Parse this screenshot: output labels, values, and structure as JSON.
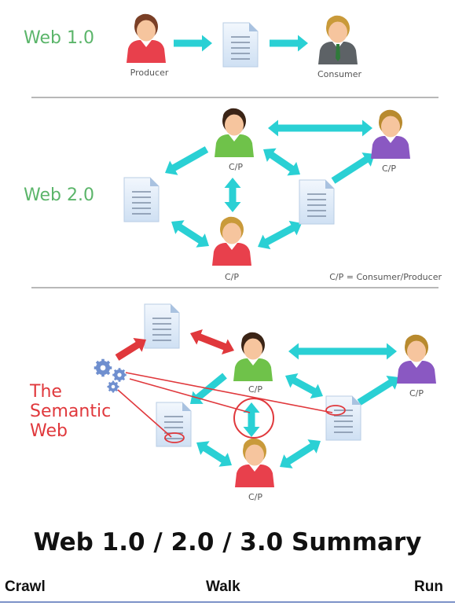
{
  "sections": {
    "web1": {
      "label": "Web 1.0",
      "producer_label": "Producer",
      "consumer_label": "Consumer"
    },
    "web2": {
      "label": "Web 2.0",
      "cp_label": "C/P",
      "legend": "C/P = Consumer/Producer"
    },
    "web3": {
      "label_line1": "The",
      "label_line2": "Semantic",
      "label_line3": "Web",
      "cp_label": "C/P"
    }
  },
  "title": "Web 1.0 / 2.0 / 3.0 Summary",
  "footer": {
    "left": "Crawl",
    "center": "Walk",
    "right": "Run"
  },
  "colors": {
    "label_green": "#5bb56a",
    "semantic_red": "#e0383c",
    "arrow_cyan": "#2ad0d4",
    "producer_red": "#e8404c",
    "consumer_gray": "#5d6266",
    "cp_green": "#6fc24a",
    "cp_purple": "#8a58c2",
    "document_blue": "#dce9f7",
    "gears_blue": "#6f8fcf"
  }
}
